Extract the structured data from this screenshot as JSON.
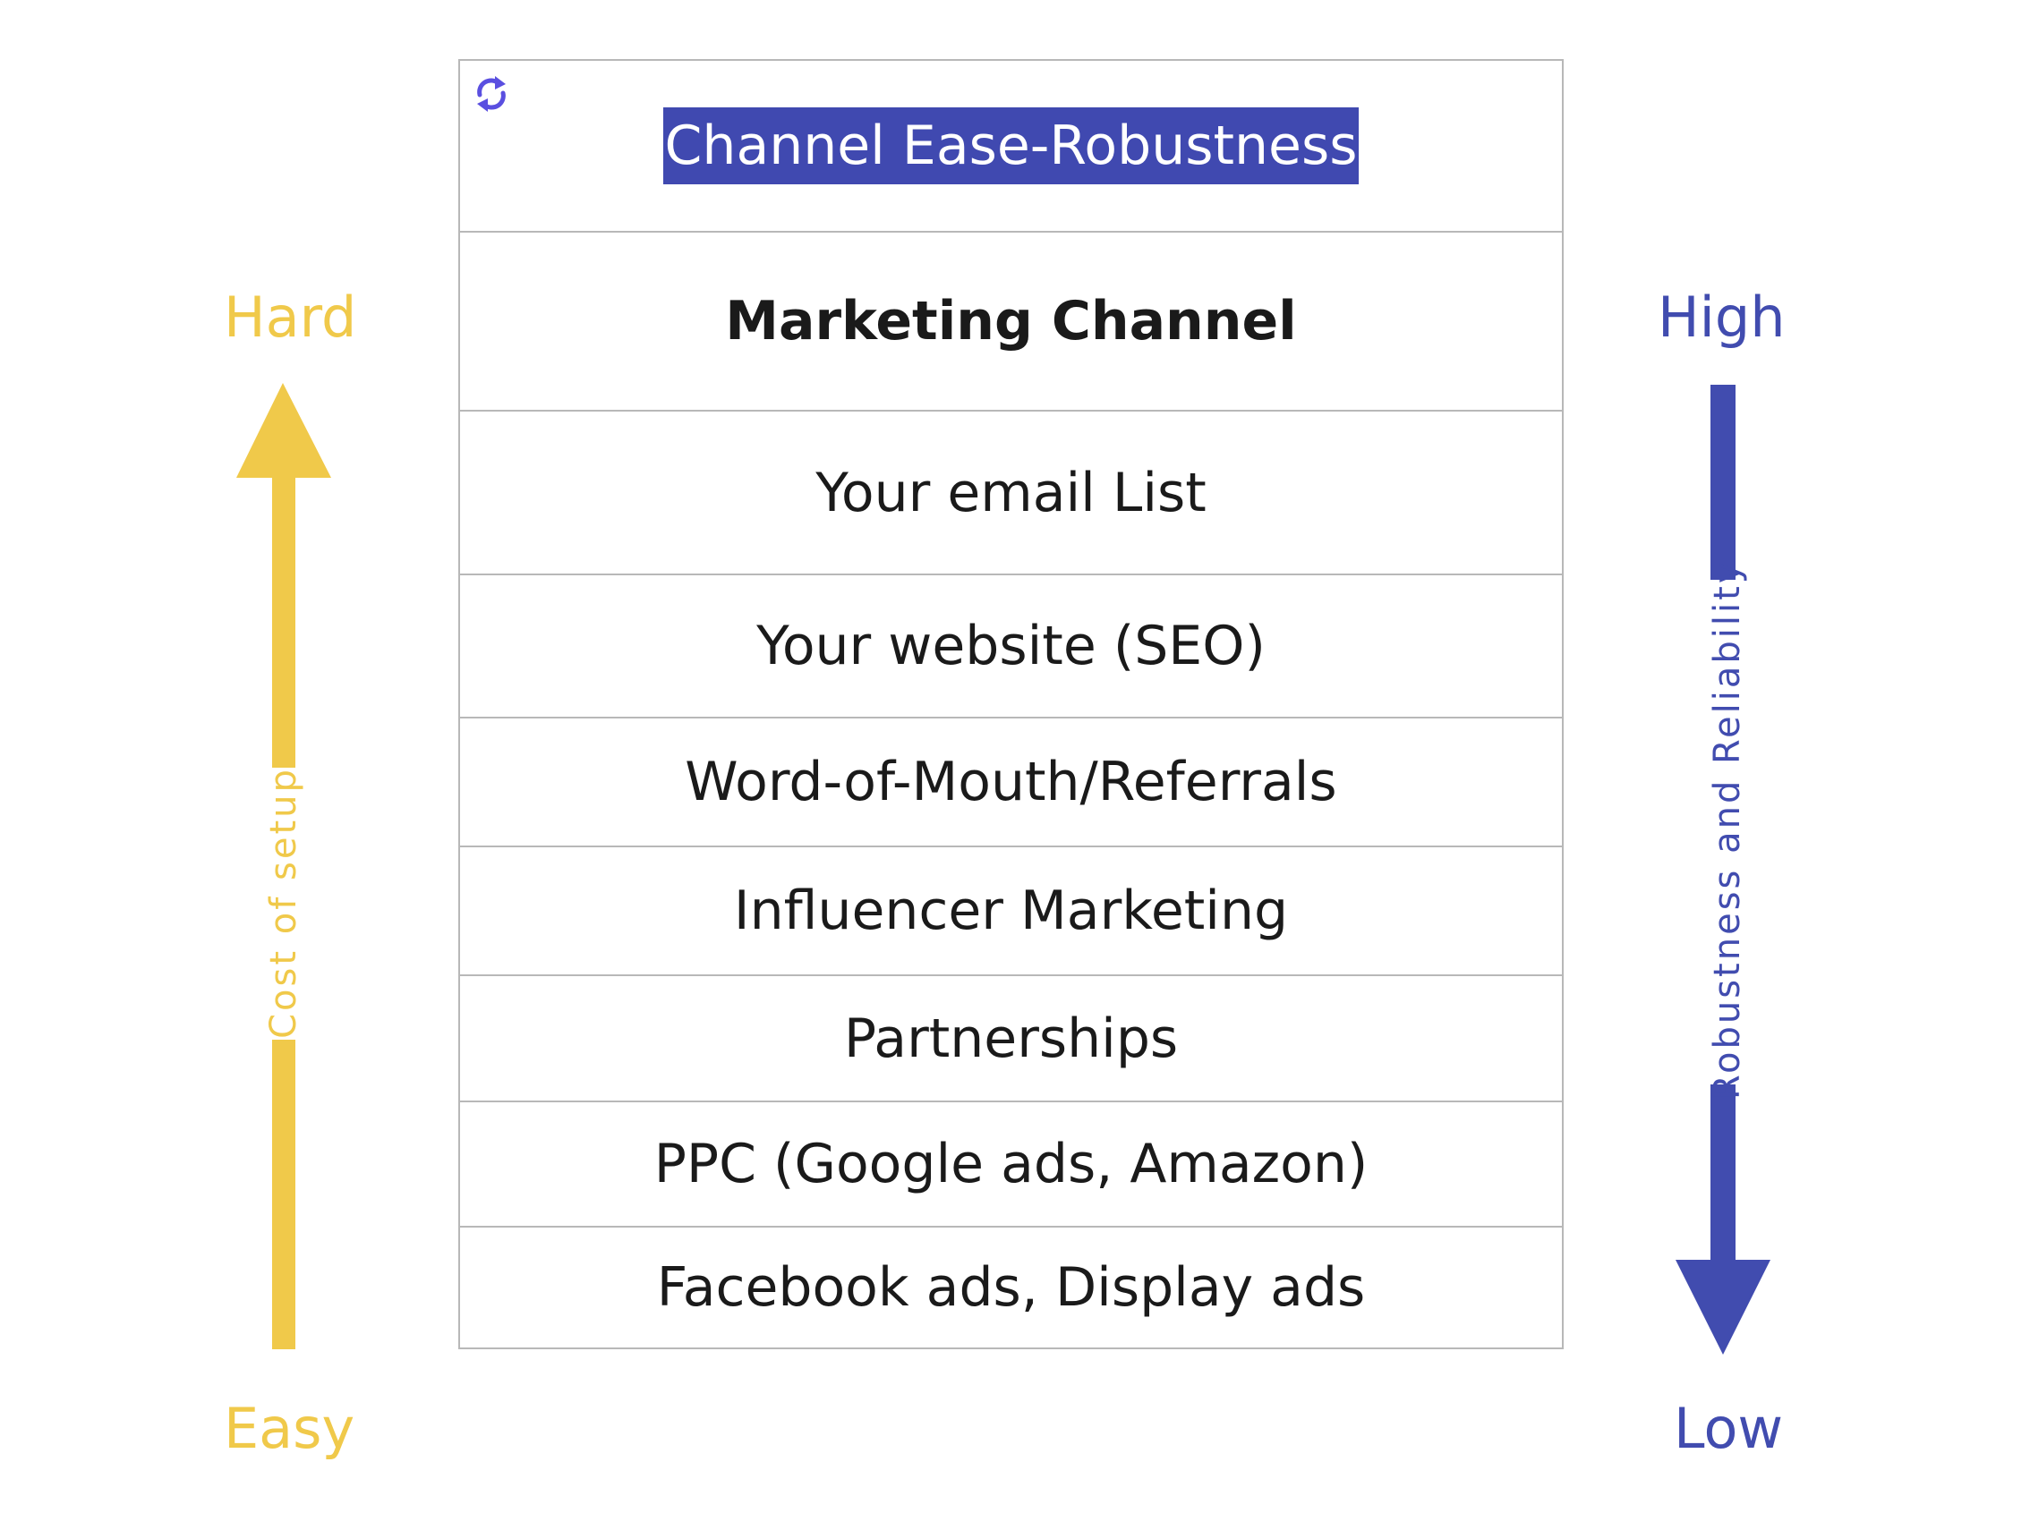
{
  "title": "Channel Ease-Robustness",
  "header": "Marketing Channel",
  "channels": [
    "Your email List",
    "Your website (SEO)",
    "Word-of-Mouth/Referrals",
    "Influencer Marketing",
    "Partnerships",
    "PPC (Google ads, Amazon)",
    "Facebook ads, Display ads"
  ],
  "left_axis": {
    "top": "Hard",
    "bottom": "Easy",
    "label": "Cost  of  setup",
    "color": "#f0c94a"
  },
  "right_axis": {
    "top": "High",
    "bottom": "Low",
    "label": "Robustness  and  Reliability",
    "color": "#414caf"
  },
  "icons": {
    "corner": "refresh-icon"
  }
}
